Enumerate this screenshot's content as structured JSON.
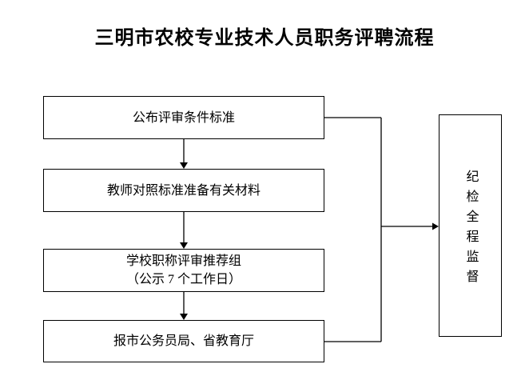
{
  "title": "三明市农校专业技术人员职务评聘流程",
  "flowchart": {
    "steps": [
      {
        "lines": [
          "公布评审条件标准"
        ]
      },
      {
        "lines": [
          "教师对照标准准备有关材料"
        ]
      },
      {
        "lines": [
          "学校职称评审推荐组",
          "（公示 7 个工作日）"
        ]
      },
      {
        "lines": [
          "报市公务员局、省教育厅"
        ]
      }
    ],
    "supervision": {
      "label": "纪检全程监督"
    }
  },
  "colors": {
    "background": "#ffffff",
    "line": "#000000",
    "text": "#000000"
  }
}
